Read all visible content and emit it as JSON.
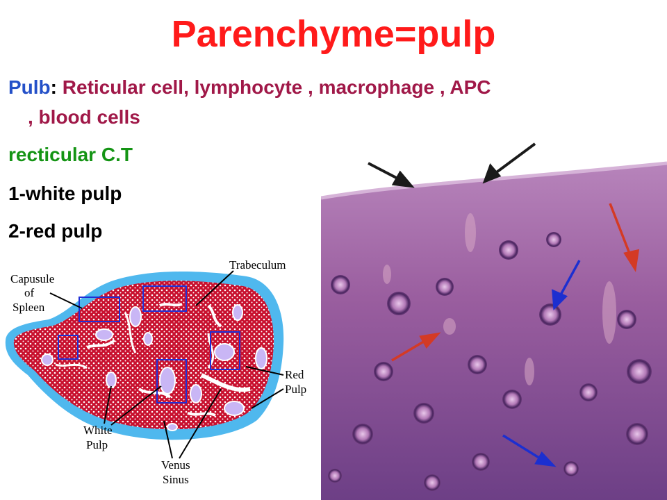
{
  "slide": {
    "title": "Parenchyme=pulp",
    "pulb": {
      "key": "Pulb",
      "colon": ":",
      "text_line1": " Reticular cell, lymphocyte , macrophage , APC",
      "text_line2": ", blood cells"
    },
    "reticular": "recticular C.T",
    "items": [
      "1-white pulp",
      "2-red pulp"
    ]
  },
  "diagram": {
    "labels": {
      "capsule_1": "Capusule",
      "capsule_2": "of",
      "capsule_3": "Spleen",
      "trabeculum": "Trabeculum",
      "red_pulp_1": "Red",
      "red_pulp_2": "Pulp",
      "white_pulp_1": "White",
      "white_pulp_2": "Pulp",
      "venus_1": "Venus",
      "venus_2": "Sinus"
    },
    "colors": {
      "capsule": "#4fb8ee",
      "red_pulp": "#c8102e",
      "white_pulp": "#c9b6f5",
      "box": "#1e2fd6"
    }
  },
  "micrograph": {
    "colors": {
      "tissue": "#9a4f96",
      "arrow_black": "#1a1a1a",
      "arrow_red": "#d43a25",
      "arrow_blue": "#1c2fd0"
    }
  }
}
